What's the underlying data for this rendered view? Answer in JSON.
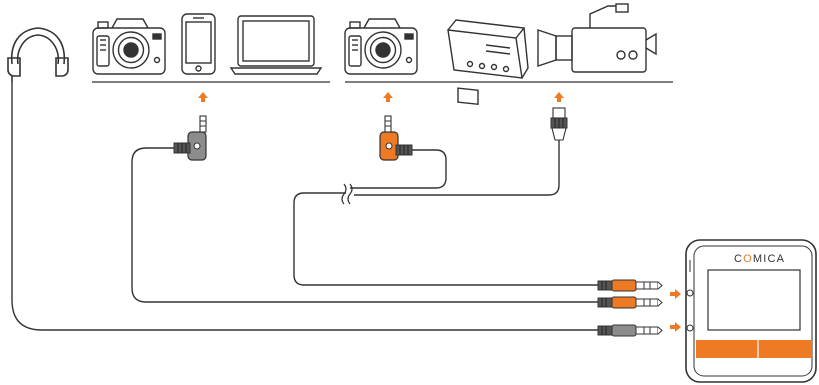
{
  "brand": {
    "prefix": "C",
    "highlight": "O",
    "rest": "MICA"
  },
  "colors": {
    "line": "#333333",
    "accent": "#ee7a24",
    "shelf": "#555555",
    "plug_gray": "#8c8c8c"
  },
  "icons": [
    "headphones-icon",
    "dslr-camera-icon",
    "smartphone-icon",
    "laptop-icon",
    "field-recorder-icon",
    "video-camera-icon",
    "receiver-device-icon"
  ]
}
